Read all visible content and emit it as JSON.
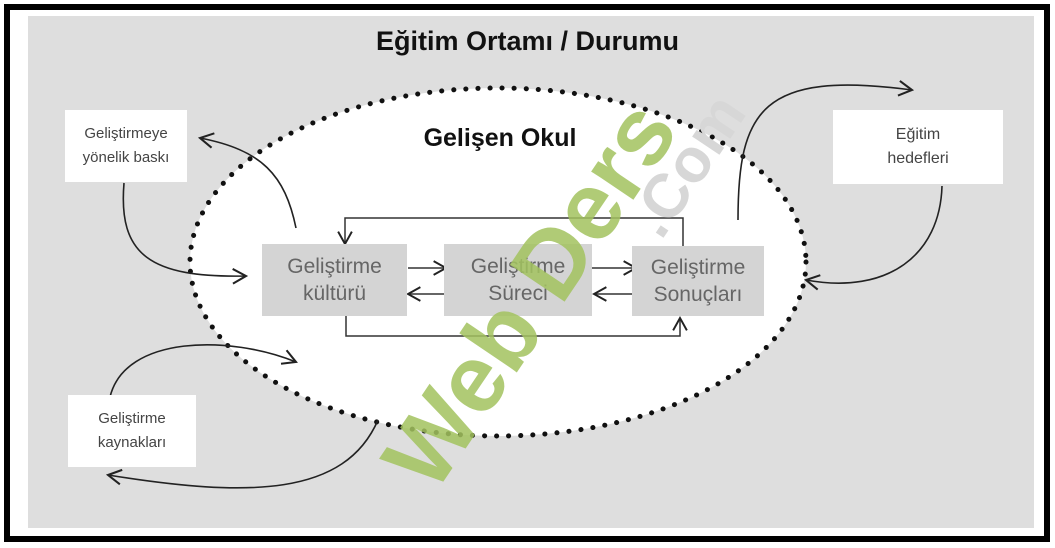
{
  "title": "Eğitim Ortamı / Durumu",
  "school_label": "Gelişen Okul",
  "external": {
    "pressure": [
      "Geliştirmeye",
      "yönelik baskı"
    ],
    "goals": [
      "Eğitim",
      "hedefleri"
    ],
    "resources": [
      "Geliştirme",
      "kaynakları"
    ]
  },
  "inner": {
    "culture": [
      "Geliştirme",
      "kültürü"
    ],
    "process": [
      "Geliştirme",
      "Süreci"
    ],
    "results": [
      "Geliştirme",
      "Sonuçları"
    ]
  },
  "watermark": {
    "text": ".Com",
    "text2": "Web Ders",
    "color": "#a3c35f"
  }
}
